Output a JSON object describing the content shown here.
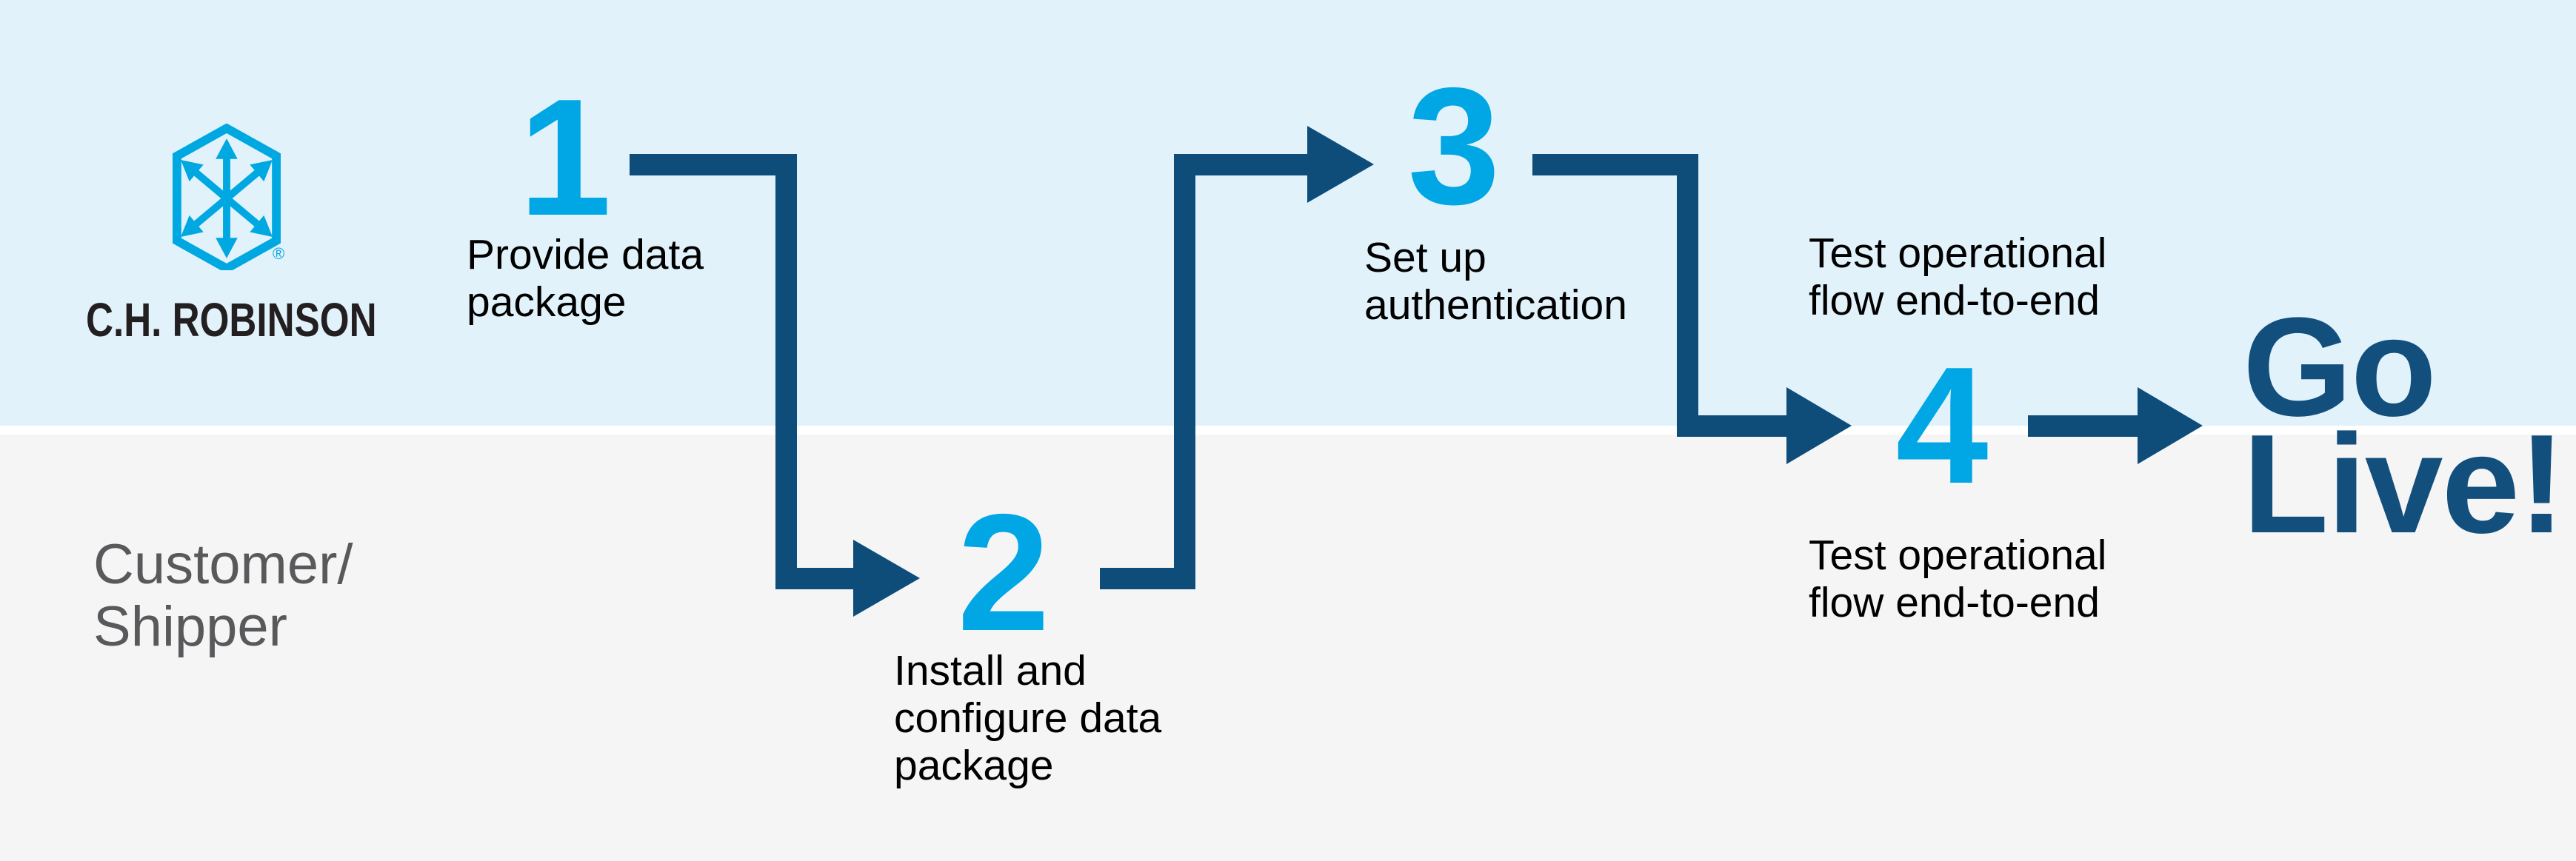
{
  "title": "C.H. Robinson integration onboarding swimlane diagram",
  "colors": {
    "lane_top_bg": "#E1F2FB",
    "lane_bottom_bg": "#F5F5F6",
    "lane_divider": "#FFFFFF",
    "step_number_cyan": "#00A7E4",
    "connector_navy": "#0E4C7A",
    "go_live_navy": "#134F7D",
    "step_label_black": "#000000",
    "customer_label_gray": "#58595B",
    "logo_cyan": "#00A8E1",
    "logo_wordmark_color": "#231F20"
  },
  "logo": {
    "icon": "chr-hexagon-arrows-icon",
    "wordmark": "C.H. ROBINSON",
    "registered_mark": "®"
  },
  "customer_lane_label": {
    "lines": [
      "Customer/",
      "Shipper"
    ]
  },
  "steps": [
    {
      "number": "1",
      "label_lines": [
        "Provide data",
        "package"
      ]
    },
    {
      "number": "2",
      "label_lines": [
        "Install and",
        "configure data",
        "package"
      ]
    },
    {
      "number": "3",
      "label_lines": [
        "Set up",
        "authentication"
      ]
    },
    {
      "number": "4",
      "label_top_lines": [
        "Test operational",
        "flow end-to-end"
      ],
      "label_bottom_lines": [
        "Test operational",
        "flow end-to-end"
      ]
    }
  ],
  "finale": {
    "lines": [
      "Go",
      "Live!"
    ]
  }
}
